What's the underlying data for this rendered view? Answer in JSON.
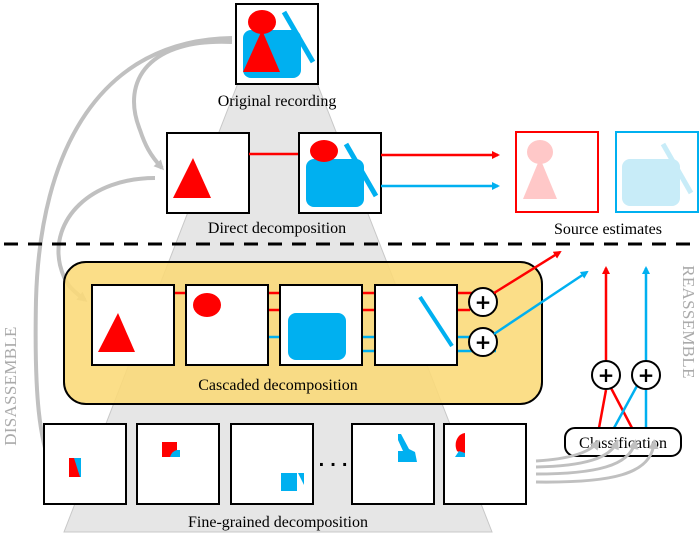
{
  "labels": {
    "original": "Original recording",
    "direct": "Direct decomposition",
    "source_estimates": "Source estimates",
    "cascaded": "Cascaded decomposition",
    "fine_grained": "Fine-grained decomposition",
    "classification": "Classification",
    "disassemble": "DISASSEMBLE",
    "reassemble": "REASSEMBLE",
    "ellipsis": "· · ·",
    "plus": "+"
  },
  "colors": {
    "red": "#ff0000",
    "blue": "#00b0f0",
    "red_light": "#ffc8c8",
    "blue_light": "#c8ecf8",
    "gray_arrow": "#c0c0c0",
    "pyramid": "#e6e6e6",
    "cascade_panel": "#fbd978",
    "black": "#000000"
  },
  "stages": [
    {
      "name": "original-recording",
      "label_key": "original"
    },
    {
      "name": "direct-decomposition",
      "label_key": "direct"
    },
    {
      "name": "cascaded-decomposition",
      "label_key": "cascaded"
    },
    {
      "name": "fine-grained-decomposition",
      "label_key": "fine_grained"
    }
  ]
}
